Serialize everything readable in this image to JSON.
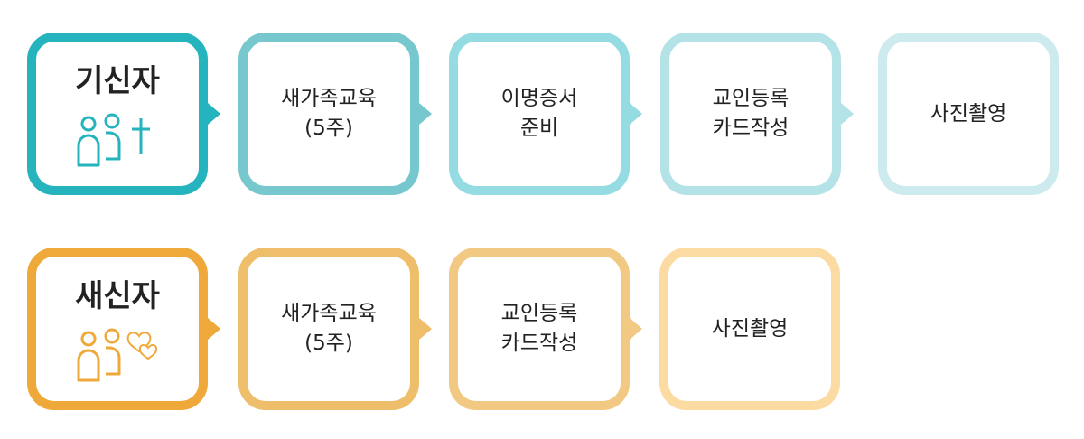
{
  "rows": [
    {
      "title": "기신자",
      "icon": "people-cross-icon",
      "color": "#25b3be",
      "steps": [
        {
          "label": "새가족교육\n(5주)",
          "color": "#76c8ce"
        },
        {
          "label": "이명증서\n준비",
          "color": "#94dbe2"
        },
        {
          "label": "교인등록\n카드작성",
          "color": "#b3e3e6"
        },
        {
          "label": "사진촬영",
          "color": "#cdebee"
        }
      ]
    },
    {
      "title": "새신자",
      "icon": "people-hearts-icon",
      "color": "#eea93a",
      "steps": [
        {
          "label": "새가족교육\n(5주)",
          "color": "#efbe6a"
        },
        {
          "label": "교인등록\n카드작성",
          "color": "#f2c983"
        },
        {
          "label": "사진촬영",
          "color": "#fcdba3"
        }
      ]
    }
  ]
}
